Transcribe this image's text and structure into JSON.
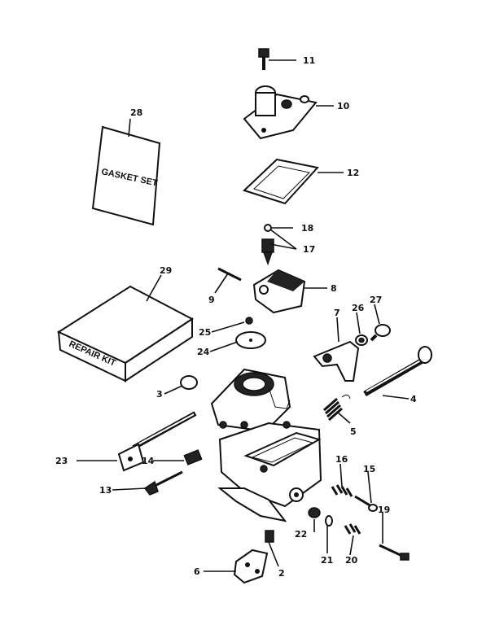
{
  "gasket_card": {
    "header": "",
    "code_line": "",
    "line2": "",
    "title": "GASKET SET",
    "line4": "",
    "line5": ""
  },
  "repair_kit": {
    "title": "REPAIR KIT",
    "side_label": ""
  },
  "part_labels": [
    "11",
    "10",
    "12",
    "18",
    "17",
    "8",
    "9",
    "28",
    "29",
    "25",
    "24",
    "7",
    "26",
    "27",
    "3",
    "4",
    "5",
    "23",
    "14",
    "13",
    "16",
    "15",
    "19",
    "22",
    "21",
    "20",
    "6",
    "2"
  ]
}
